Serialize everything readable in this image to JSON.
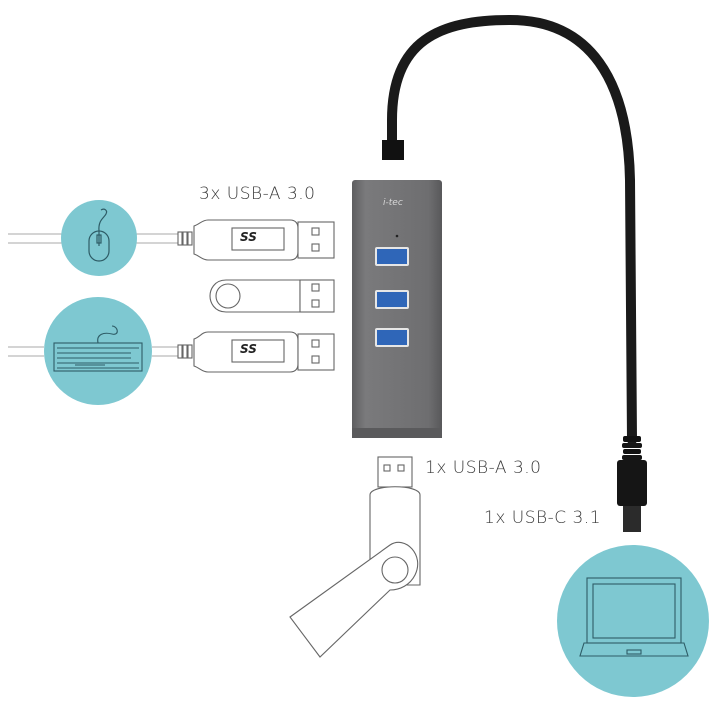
{
  "labels": {
    "top_ports": "3x USB-A 3.0",
    "bottom_port": "1x USB-A 3.0",
    "connector": "1x USB-C 3.1"
  },
  "hub": {
    "brand": "i-tec",
    "body_color": "#6e6e70",
    "port_color": "#2f66b8",
    "port_count": 3
  },
  "plugs": {
    "superspeed_logo": "SS"
  },
  "devices": [
    {
      "name": "mouse",
      "icon": "mouse-icon"
    },
    {
      "name": "keyboard",
      "icon": "keyboard-icon"
    },
    {
      "name": "laptop",
      "icon": "laptop-icon"
    }
  ],
  "colors": {
    "circle": "#7ec8d1",
    "cable": "#1a1a1a",
    "outline": "#555555",
    "text": "#3a3a3a"
  }
}
